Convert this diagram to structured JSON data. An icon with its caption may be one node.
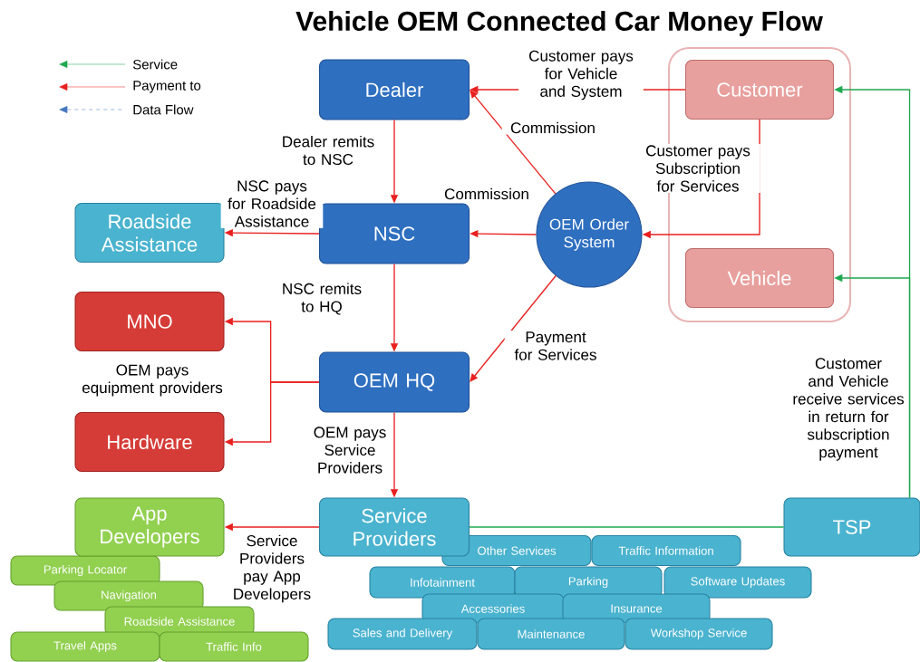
{
  "diagram": {
    "title": "Vehicle OEM Connected Car Money Flow",
    "nodes": [
      {
        "text": [
          "Dealer"
        ]
      },
      {
        "text": [
          "NSC"
        ]
      },
      {
        "text": [
          "OEM HQ"
        ]
      },
      {
        "text": [
          "OEM Order System"
        ]
      },
      {
        "text": [],
        "shape": "box"
      },
      {
        "text": [
          "Customer"
        ],
        "in": 4
      },
      {
        "text": [
          "Vehicle"
        ],
        "in": 4
      },
      {
        "text": [
          "Roadside Assistance"
        ]
      },
      {
        "text": [
          "MNO"
        ]
      },
      {
        "text": [
          "Hardware"
        ]
      },
      {
        "text": [
          "Service Providers"
        ]
      },
      {
        "text": [
          "App Developers"
        ]
      },
      {
        "text": [
          "TSP"
        ]
      },
      {
        "text": [
          "Parking Locator"
        ]
      },
      {
        "text": [
          "Navigation"
        ]
      },
      {
        "text": [
          "Roadside Assistance"
        ]
      },
      {
        "text": [
          "Travel Apps"
        ]
      },
      {
        "text": [
          "Traffic Info"
        ]
      },
      {
        "text": [
          "Other Services"
        ]
      },
      {
        "text": [
          "Traffic Information"
        ]
      },
      {
        "text": [
          "Infotainment"
        ]
      },
      {
        "text": [
          "Parking"
        ]
      },
      {
        "text": [
          "Software Updates"
        ]
      },
      {
        "text": [
          "Accessories"
        ]
      },
      {
        "text": [
          "Insurance"
        ]
      },
      {
        "text": [
          "Sales and Delivery"
        ]
      },
      {
        "text": [
          "Maintenance"
        ]
      },
      {
        "text": [
          "Workshop Service"
        ]
      }
    ],
    "edges": [
      {
        "from": 5,
        "to": 0,
        "arrow": "to",
        "label": "Customer pays for Vehicle and System"
      },
      {
        "from": 0,
        "to": 1,
        "arrow": "to",
        "label": "Dealer remits to NSC"
      },
      {
        "from": 3,
        "to": 0,
        "arrow": "to",
        "label": "Commission"
      },
      {
        "from": 3,
        "to": 1,
        "arrow": "to",
        "label": "Commission"
      },
      {
        "from": 5,
        "to": 3,
        "arrow": "to",
        "label": "Customer pays Subscription for Services"
      },
      {
        "from": 1,
        "to": 7,
        "arrow": "to",
        "label": "NSC pays for Roadside Assistance"
      },
      {
        "from": 1,
        "to": 2,
        "arrow": "to",
        "label": "NSC remits to HQ"
      },
      {
        "from": 3,
        "to": 2,
        "arrow": "to",
        "label": "Payment for Services"
      },
      {
        "from": 2,
        "to": 8,
        "arrow": "to",
        "label": "OEM pays equipment providers"
      },
      {
        "from": 2,
        "to": 9,
        "arrow": "to"
      },
      {
        "from": 2,
        "to": 10,
        "arrow": "to",
        "label": "OEM pays Service Providers"
      },
      {
        "from": 10,
        "to": 11,
        "arrow": "to",
        "label": "Service Providers pay App Developers"
      },
      {
        "from": 12,
        "to": 5,
        "arrow": "to",
        "color": "#1fa84f",
        "label": "Customer and Vehicle receive services in return for subscription payment"
      },
      {
        "from": 12,
        "to": 6,
        "arrow": "to",
        "color": "#1fa84f"
      },
      {
        "from": 10,
        "to": 12,
        "arrow": "none",
        "color": "#1fa84f"
      }
    ],
    "legend": [
      {
        "text": "Service"
      },
      {
        "text": "Payment to"
      },
      {
        "text": "Data Flow"
      }
    ]
  }
}
